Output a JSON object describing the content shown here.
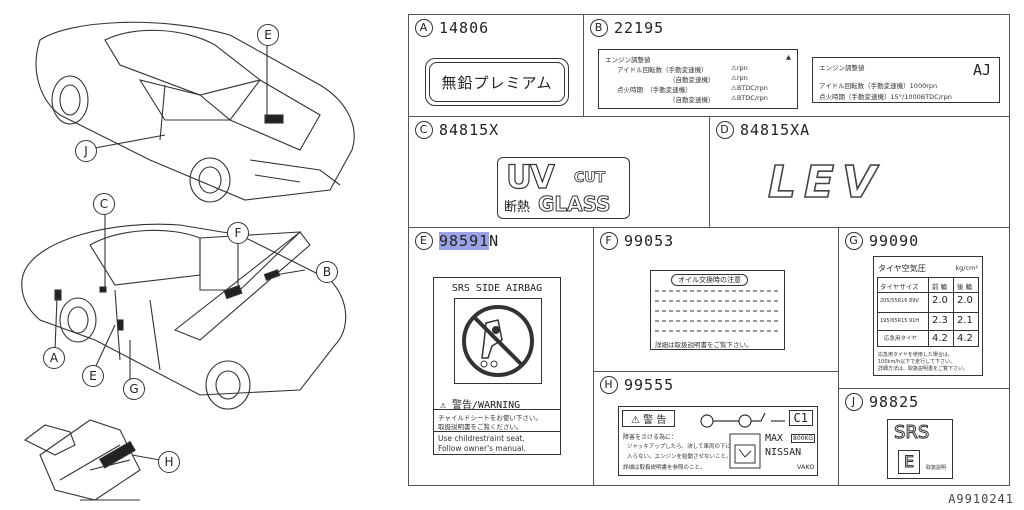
{
  "figure_id": "A9910241",
  "callouts": [
    "A",
    "B",
    "C",
    "D",
    "E",
    "F",
    "G",
    "H",
    "J"
  ],
  "cells": {
    "a": {
      "letter": "A",
      "code": "14806",
      "label_text": "無鉛プレミアム"
    },
    "b": {
      "letter": "B",
      "code": "22195",
      "left_label": {
        "heading": "エンジン調整値",
        "rows": [
          [
            "アイドル回転数（手動変速機）",
            "⚠rpn"
          ],
          [
            "（自動変速機）",
            "⚠rpn"
          ],
          [
            "点火時期　（手動変速機）",
            "⚠BTDC/rpn"
          ],
          [
            "（自動変速機）",
            "⚠BTDC/rpn"
          ]
        ],
        "mark": "▲"
      },
      "right_label": {
        "heading": "エンジン調整値",
        "code": "AJ",
        "line1": "アイドル回転数（手動変速機）1000rpn",
        "line2": "点火時期（手動変速機）15°/1000BTDC/rpn"
      }
    },
    "c": {
      "letter": "C",
      "code": "84815X",
      "uv": "UV",
      "cut": "CUT",
      "bottom_jp": "断熱",
      "bottom_en": "GLASS"
    },
    "d": {
      "letter": "D",
      "code": "84815XA",
      "emblem": "LEV"
    },
    "e": {
      "letter": "E",
      "code_highlight": "98591",
      "code_suffix": "N",
      "title": "SRS SIDE AIRBAG",
      "warning": "⚠ 警告/WARNING",
      "jp1": "チャイルドシートをお使い下さい。",
      "jp2": "取扱説明書をご覧ください。",
      "en1": "Use childrestraint seat.",
      "en2": "Follow owner's manual."
    },
    "f": {
      "letter": "F",
      "code": "99053",
      "heading": "オイル交換時の注意",
      "footer": "詳細は取扱説明書をご覧下さい。"
    },
    "g": {
      "letter": "G",
      "code": "99090",
      "heading": "タイヤ空気圧",
      "unit": "kg/cm²",
      "table": {
        "header": [
          "タイヤサイズ",
          "前 輪",
          "後 輪"
        ],
        "rows": [
          [
            "205/55R16 89V",
            "2.0",
            "2.0"
          ],
          [
            "195/65R15 91H",
            "2.3",
            "2.1"
          ],
          [
            "応急用タイヤ",
            "4.2",
            "4.2"
          ]
        ]
      },
      "footer1": "応急用タイヤを使用した場合は、",
      "footer2": "100km/h以下で走行して下さい。",
      "footer3": "詳細方法は、取扱説明書をご覧下さい。"
    },
    "h": {
      "letter": "H",
      "code": "99555",
      "warning": "⚠ 警 告",
      "line1": "障害をさける為に：",
      "line2": "ジャッキアップしたら、決して車両の下に",
      "line3": "入らない。エンジンを始動させないこと。",
      "line4": "詳細は取扱説明書を参照のこと。",
      "c1": "C1",
      "max": "MAX",
      "capacity": "800KG",
      "brand": "NISSAN",
      "maker": "VAKO"
    },
    "j": {
      "letter": "J",
      "code": "98825",
      "srs": "SRS",
      "e": "E",
      "small": "取扱説明"
    }
  }
}
